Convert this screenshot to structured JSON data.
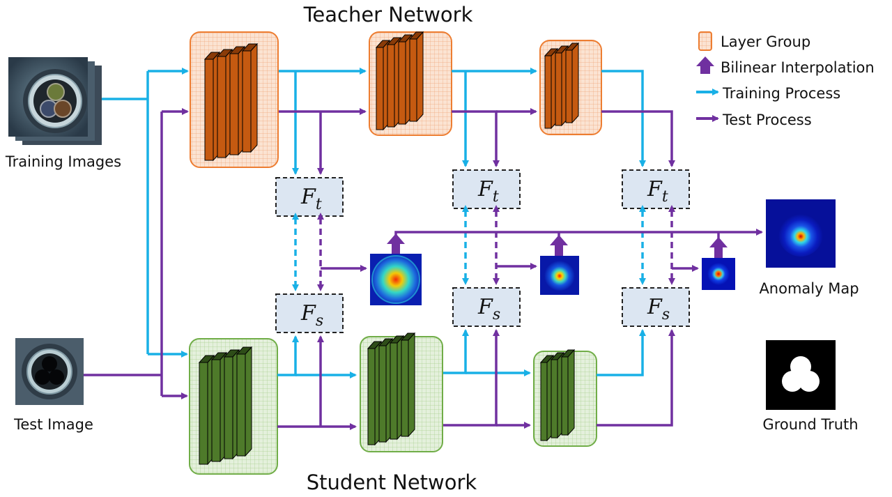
{
  "titles": {
    "teacher": "Teacher Network",
    "student": "Student Network"
  },
  "labels": {
    "training_images": "Training Images",
    "test_image": "Test Image",
    "anomaly_map": "Anomaly Map",
    "ground_truth": "Ground Truth"
  },
  "legend": {
    "layer_group": "Layer Group",
    "bilinear": "Bilinear Interpolation",
    "training": "Training Process",
    "test": "Test Process"
  },
  "feature_boxes": {
    "teacher_symbol": "F",
    "teacher_sub": "t",
    "student_symbol": "F",
    "student_sub": "s"
  },
  "colors": {
    "training_arrow": "#19b0e6",
    "test_arrow": "#7030a0",
    "teacher_fill": "#c55a11",
    "teacher_bg": "#fbe0cc",
    "teacher_border": "#ed7d31",
    "student_fill": "#4e7a2a",
    "student_bg": "#e2efd9",
    "student_border": "#70ad47",
    "feature_box_bg": "#dce6f2"
  }
}
